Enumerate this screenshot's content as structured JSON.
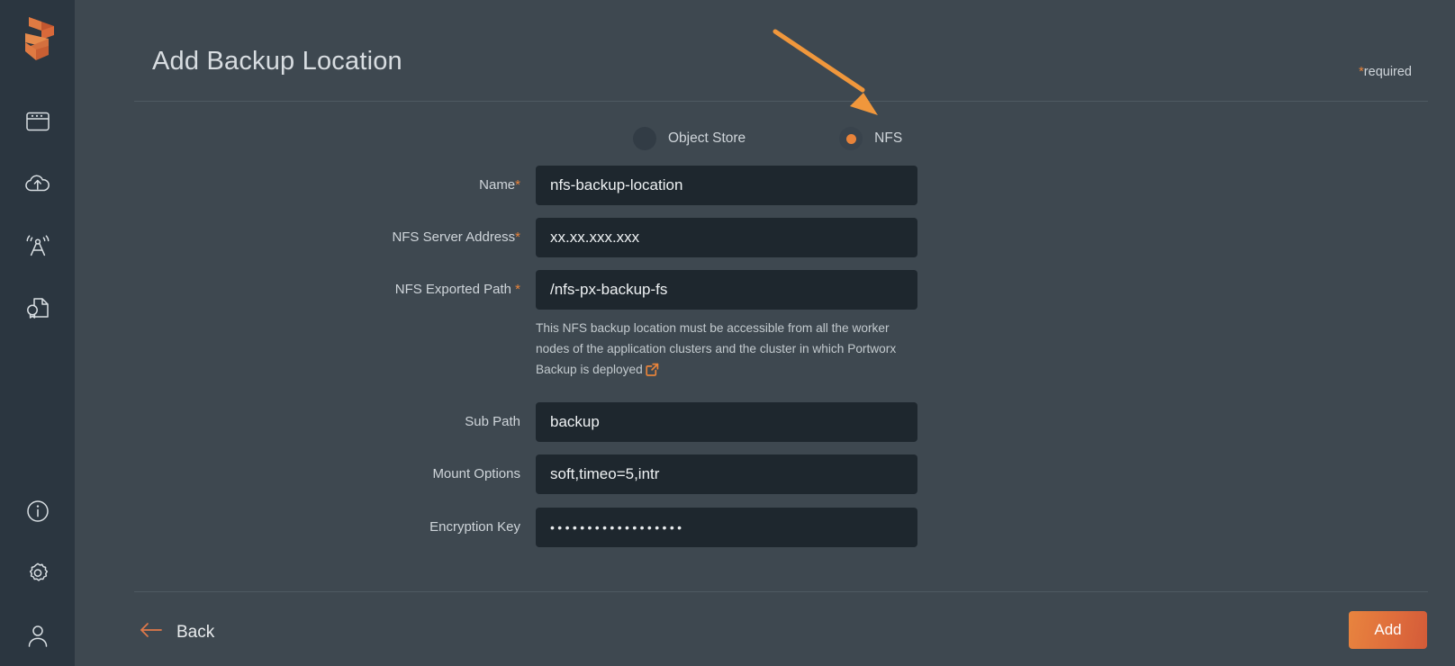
{
  "app": {
    "brand_logo": "portworx-logo",
    "accent_color": "#e8833a",
    "background_color": "#3e4850",
    "sidebar_color": "#2b3640",
    "input_color": "#1e272e"
  },
  "sidebar": {
    "top_items": [
      {
        "icon": "dashboard-window-icon",
        "name": "sidebar-item-dashboard"
      },
      {
        "icon": "cloud-upload-icon",
        "name": "sidebar-item-backup"
      },
      {
        "icon": "antenna-monitor-icon",
        "name": "sidebar-item-monitor"
      },
      {
        "icon": "license-document-icon",
        "name": "sidebar-item-license"
      }
    ],
    "bottom_items": [
      {
        "icon": "info-icon",
        "name": "sidebar-item-info"
      },
      {
        "icon": "gear-icon",
        "name": "sidebar-item-settings"
      },
      {
        "icon": "user-icon",
        "name": "sidebar-item-account"
      }
    ]
  },
  "header": {
    "title": "Add Backup Location",
    "required_star": "*",
    "required_text": "required"
  },
  "type_selector": {
    "options": [
      {
        "label": "Object Store",
        "selected": false
      },
      {
        "label": "NFS",
        "selected": true
      }
    ]
  },
  "form": {
    "fields": [
      {
        "label": "Name",
        "required_marker": "*",
        "value": "nfs-backup-location",
        "placeholder": "",
        "name": "name-field"
      },
      {
        "label": "NFS Server Address",
        "required_marker": "*",
        "value": "xx.xx.xxx.xxx",
        "placeholder": "",
        "name": "nfs-server-address-field"
      },
      {
        "label": "NFS Exported Path ",
        "required_marker": "*",
        "value": "/nfs-px-backup-fs",
        "placeholder": "",
        "name": "nfs-exported-path-field",
        "helper": "This NFS backup location must be accessible from all the worker nodes of the application clusters and the cluster in which Portworx Backup is deployed",
        "helper_link_icon": "external-link-icon"
      },
      {
        "label": "Sub Path",
        "required_marker": "",
        "value": "backup",
        "placeholder": "",
        "name": "sub-path-field"
      },
      {
        "label": "Mount Options",
        "required_marker": "",
        "value": "soft,timeo=5,intr",
        "placeholder": "",
        "name": "mount-options-field"
      },
      {
        "label": "Encryption Key",
        "required_marker": "",
        "value": "••••••••••••••••••",
        "placeholder": "",
        "name": "encryption-key-field",
        "masked": true
      }
    ]
  },
  "footer": {
    "back_label": "Back",
    "back_icon": "arrow-left-icon",
    "add_label": "Add"
  },
  "annotation": {
    "arrow_color": "#f0973c",
    "points_to": "NFS"
  }
}
